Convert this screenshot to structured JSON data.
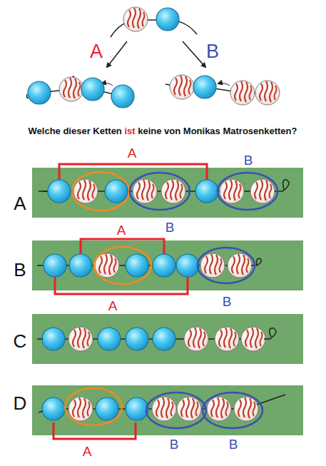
{
  "diagram": {
    "title": "Welche dieser Ketten ist keine von Monikas Matrosenketten?",
    "labels": [
      "A",
      "B",
      "A",
      "B",
      "A",
      "B",
      "A",
      "B",
      "A",
      "B",
      "C",
      "D",
      "A",
      "B",
      "B"
    ]
  }
}
